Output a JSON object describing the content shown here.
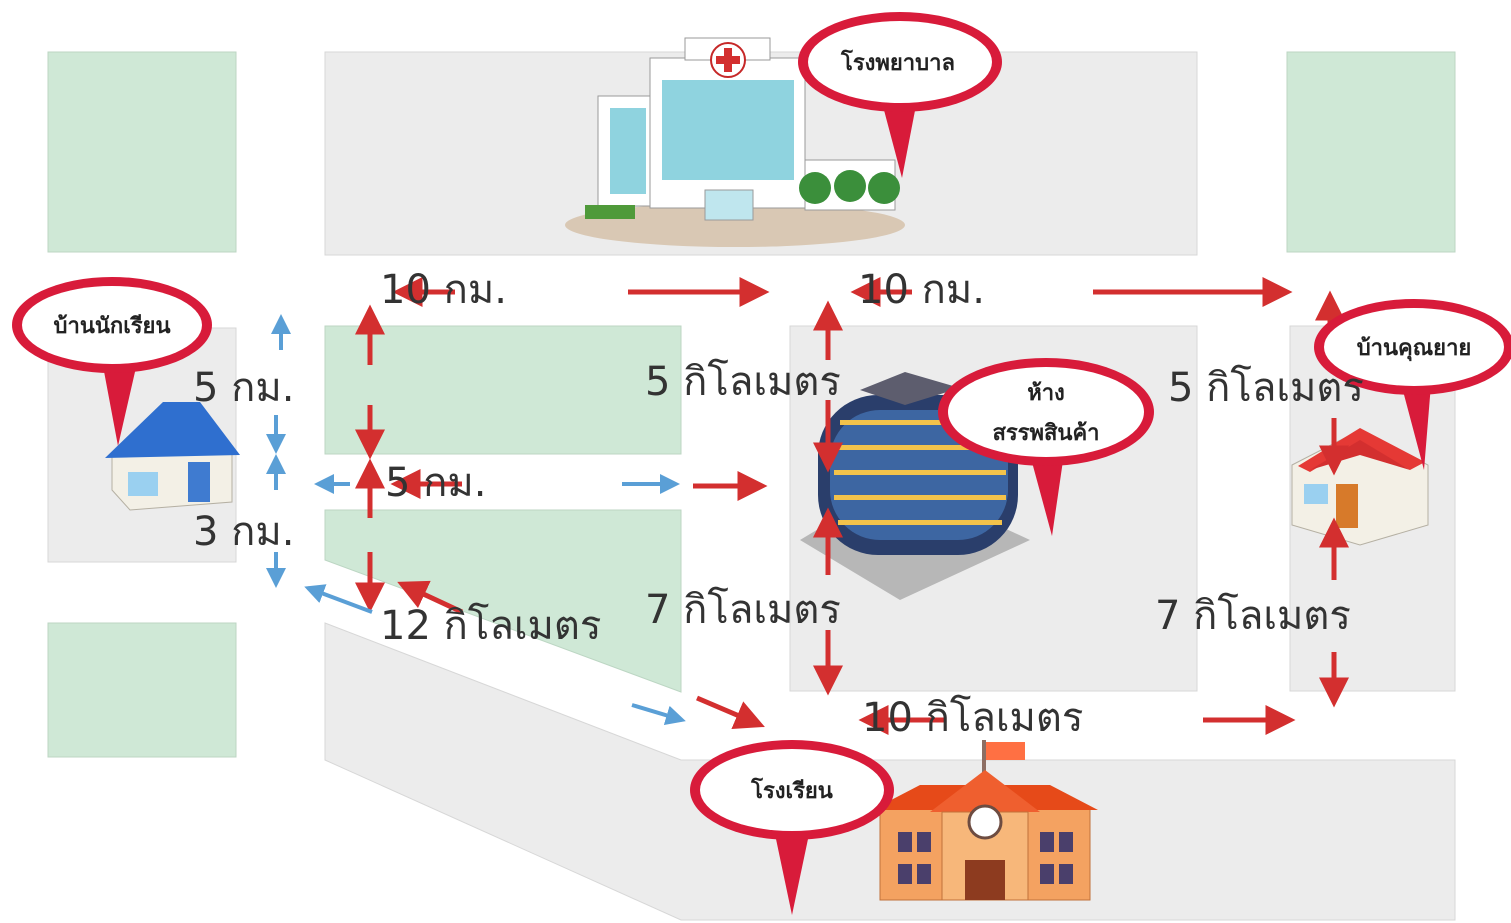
{
  "landmarks": {
    "hospital": "โรงพยาบาล",
    "student_home": "บ้านนักเรียน",
    "mall_line1": "ห้าง",
    "mall_line2": "สรรพสินค้า",
    "grandma_home": "บ้านคุณยาย",
    "school": "โรงเรียน"
  },
  "distances": {
    "top_left": "10 กม.",
    "top_right": "10 กม.",
    "student_up": "5 กม.",
    "student_down": "3 กม.",
    "mid_short": "5 กม.",
    "mid_to_mall_up": "5 กิโลเมตร",
    "mall_to_grandma_up": "5 กิโลเมตร",
    "diagonal": "12 กิโลเมตร",
    "mall_to_school": "7 กิโลเมตร",
    "grandma_to_bottom": "7 กิโลเมตร",
    "bottom": "10 กิโลเมตร"
  },
  "colors": {
    "block_green": "#cfe8d6",
    "block_gray": "#ececec",
    "arrow_red": "#d32f2f",
    "arrow_blue": "#5a9fd6",
    "pin_red": "#d81b3a"
  }
}
